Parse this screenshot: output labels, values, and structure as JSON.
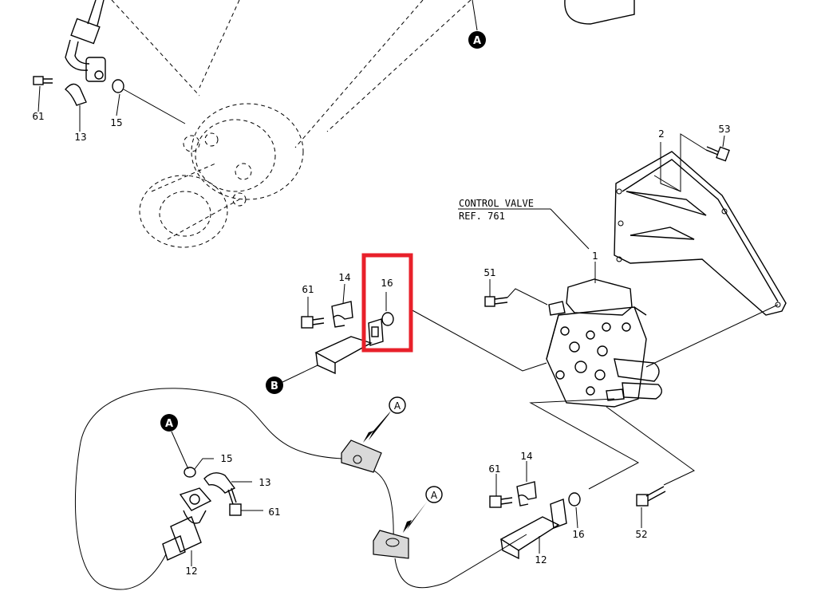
{
  "labels": {
    "p61_a": "61",
    "p13_a": "13",
    "p15_a": "15",
    "p2": "2",
    "p53": "53",
    "cv_line1": "CONTROL VALVE",
    "cv_line2": "REF. 761",
    "p1": "1",
    "p51": "51",
    "p61_b": "61",
    "p14_b": "14",
    "p16_b": "16",
    "p15_c": "15",
    "p13_c": "13",
    "p61_c": "61",
    "p12_c": "12",
    "p61_d": "61",
    "p14_d": "14",
    "p16_d": "16",
    "p12_d": "12",
    "p52": "52"
  },
  "markers": {
    "a_top": "A",
    "b_left": "B",
    "a_left": "A",
    "a_arrow_1": "A",
    "a_arrow_2": "A"
  },
  "highlight": {
    "color": "#e8202a",
    "part": "16"
  }
}
